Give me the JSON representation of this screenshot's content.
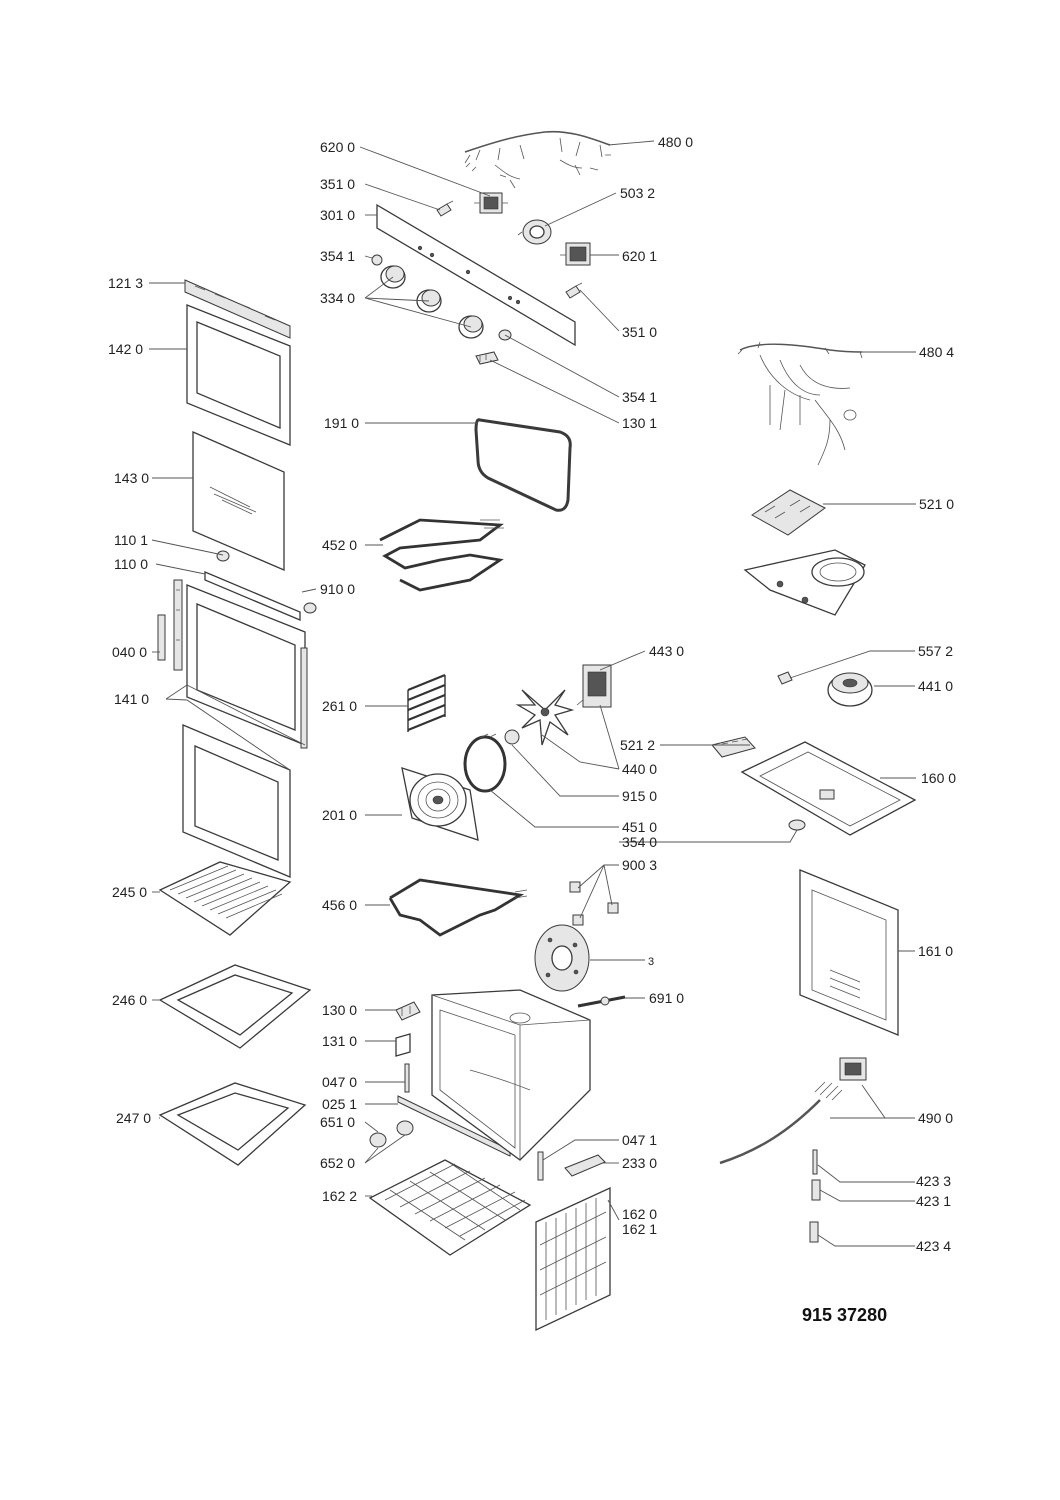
{
  "diagram_code": "915 37280",
  "labels": {
    "l6200": "620 0",
    "l4800": "480 0",
    "l3510a": "351 0",
    "l5032": "503 2",
    "l3010": "301 0",
    "l3541a": "354 1",
    "l6201": "620 1",
    "l1213": "121 3",
    "l3340": "334 0",
    "l3510b": "351 0",
    "l1420": "142 0",
    "l4804": "480 4",
    "l3541b": "354 1",
    "l1301a": "130 1",
    "l1910": "191 0",
    "l1430": "143 0",
    "l5210": "521 0",
    "l1101": "110 1",
    "l4520": "452 0",
    "l1100": "110 0",
    "l9100": "910 0",
    "l0400": "040 0",
    "l4430": "443 0",
    "l5572": "557 2",
    "l4410": "441 0",
    "l1410": "141 0",
    "l2610": "261 0",
    "l5212": "521 2",
    "l4400": "440 0",
    "l1600": "160 0",
    "l9150": "915 0",
    "l2010": "201 0",
    "l4510": "451 0",
    "l3540": "354 0",
    "l9003": "900 3",
    "l2450": "245 0",
    "l4560": "456 0",
    "l3": "3",
    "l1610": "161 0",
    "l2460": "246 0",
    "l6910": "691 0",
    "l1300": "130 0",
    "l1310": "131 0",
    "l0470": "047 0",
    "l0251": "025 1",
    "l4900": "490 0",
    "l2470": "247 0",
    "l6510": "651 0",
    "l0471": "047 1",
    "l6520": "652 0",
    "l2330": "233 0",
    "l4233": "423 3",
    "l1622": "162 2",
    "l4231": "423 1",
    "l1620": "162 0",
    "l1621": "162 1",
    "l4234": "423 4"
  }
}
